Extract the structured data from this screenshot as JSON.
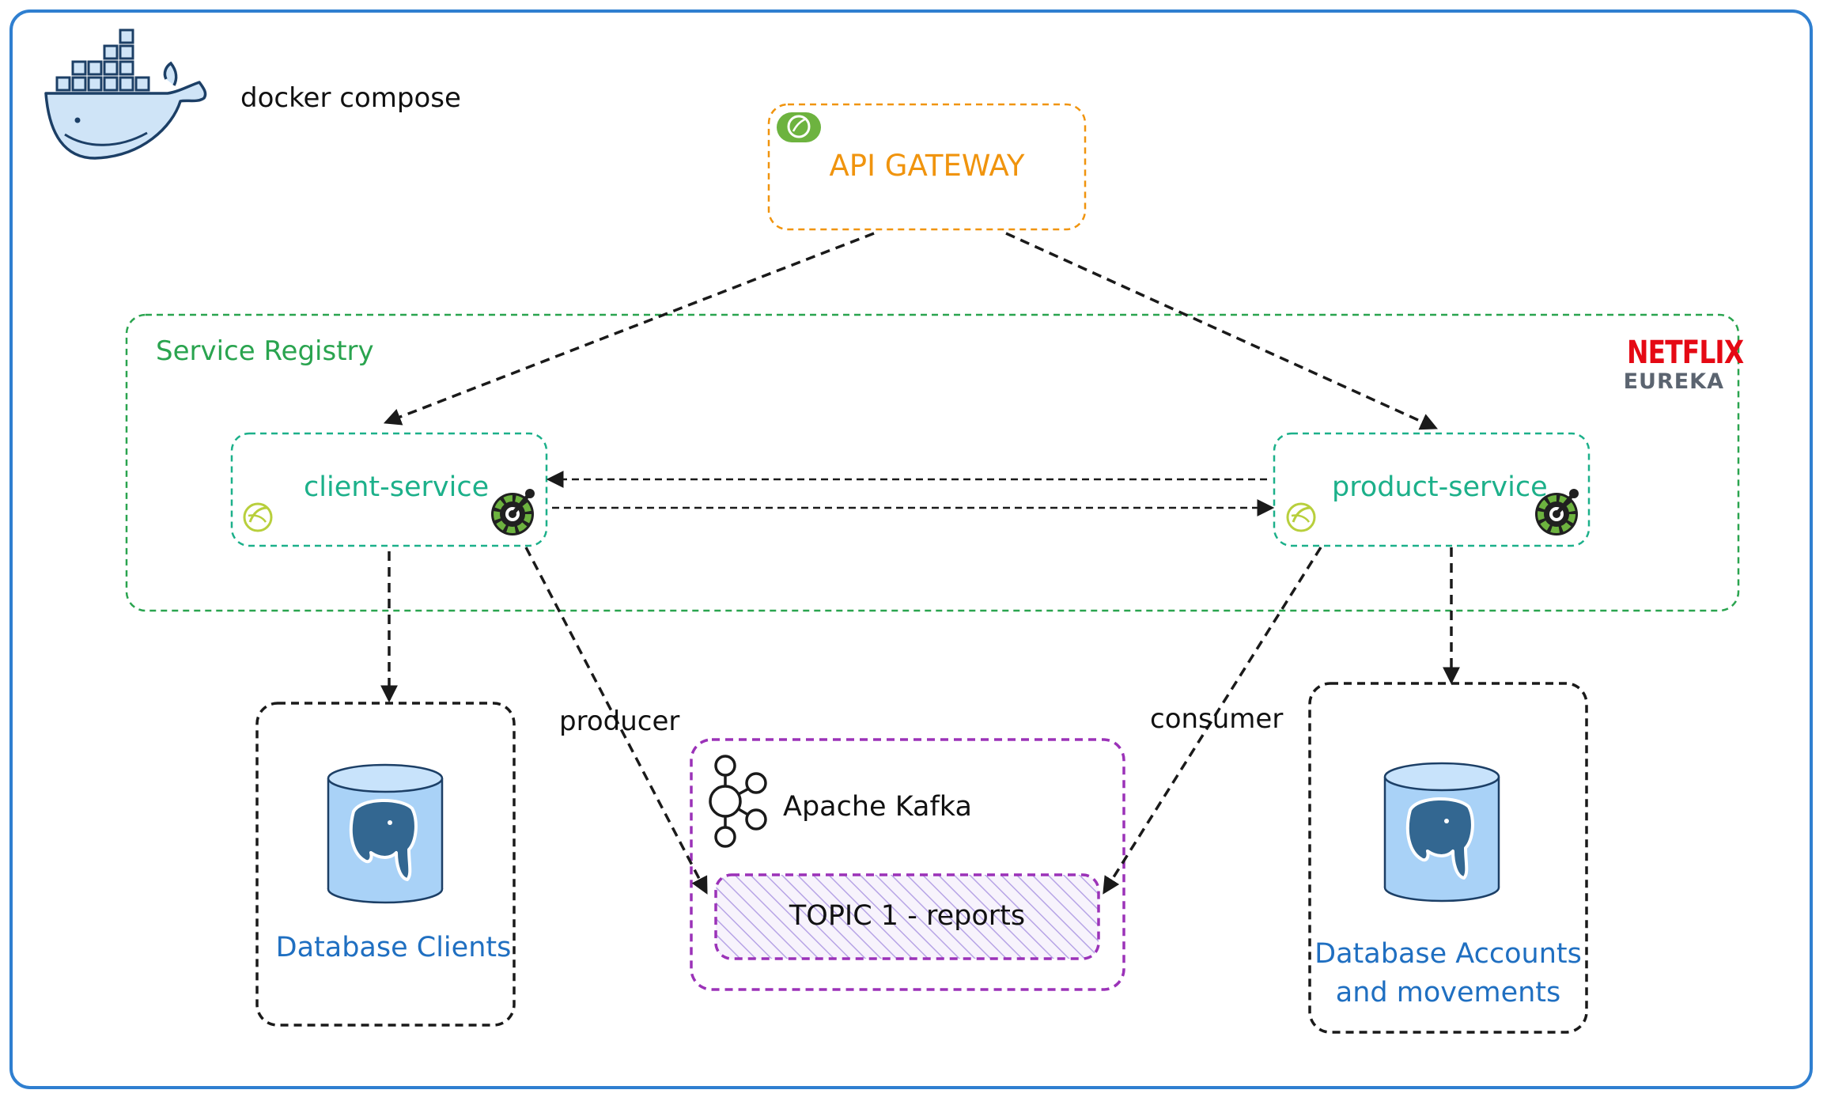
{
  "header": {
    "title": "docker compose"
  },
  "gateway": {
    "label": "API GATEWAY"
  },
  "registry": {
    "label": "Service Registry",
    "brand_top": "NETFLIX",
    "brand_bottom": "EUREKA"
  },
  "services": {
    "client": {
      "label": "client-service"
    },
    "product": {
      "label": "product-service"
    }
  },
  "edges": {
    "producer": "producer",
    "consumer": "consumer"
  },
  "kafka": {
    "label": "Apache Kafka",
    "topic": "TOPIC 1 - reports"
  },
  "databases": {
    "clients": {
      "label": "Database Clients"
    },
    "accounts": {
      "line1": "Database Accounts",
      "line2": "and movements"
    }
  },
  "colors": {
    "frame": "#2f7fd0",
    "gateway": "#f0940e",
    "registry": "#2aa44f",
    "service": "#1cb08a",
    "kafka": "#9b32b8",
    "database_label": "#1f6fc1",
    "netflix": "#e50914",
    "eureka": "#5b6470"
  },
  "icons": [
    "docker-whale-icon",
    "spring-leaf-icon",
    "spring-boot-icon",
    "actuator-gauge-icon",
    "kafka-icon",
    "postgresql-elephant-icon",
    "arrow-icon"
  ]
}
